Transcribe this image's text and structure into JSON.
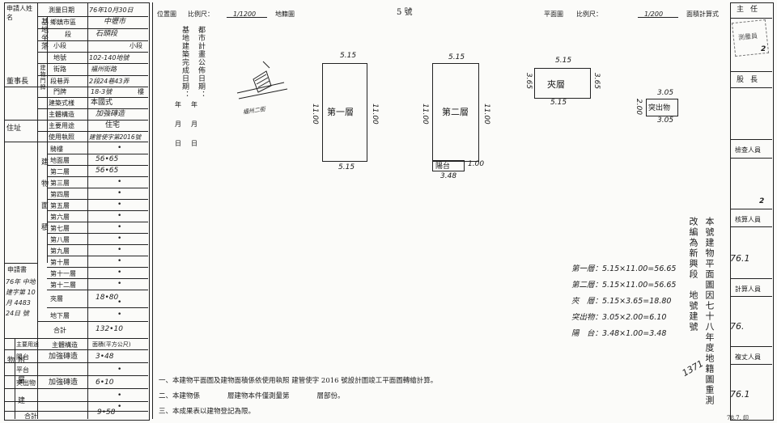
{
  "left_table": {
    "applicant_label": "申請人姓名",
    "survey_date_label": "測量日期",
    "survey_date_value": "76年10月30日",
    "site_label": "基地坐落",
    "township_label": "鄉鎮市區",
    "township_value": "中壢市",
    "section_label": "段",
    "section_value": "石頭段",
    "subsection_label": "小段",
    "subsection_value": "小段",
    "lot_label": "地號",
    "lot_value": "102-140地號",
    "building_doorplate_label": "建物門牌",
    "road_label": "街路",
    "road_value": "福州街路",
    "lane_label": "段巷弄",
    "lane_value": "2段24巷43弄",
    "number_label": "門牌",
    "number_value": "18-3號",
    "floor_num_label": "樓",
    "address_label": "住址",
    "chief_label": "董事長",
    "style_label": "建築式樣",
    "style_value": "本國式",
    "structure_label": "主體構造",
    "structure_value": "加強磚造",
    "use_label": "主要用途",
    "use_value": "住宅",
    "permit_label": "使用執照",
    "permit_value": "建管使字第2016號",
    "floors_header": "建物面積",
    "floors": [
      {
        "name": "騎樓",
        "value": "•"
      },
      {
        "name": "地面層",
        "value": "56•65"
      },
      {
        "name": "第二層",
        "value": "56•65"
      },
      {
        "name": "第三層",
        "value": "•"
      },
      {
        "name": "第四層",
        "value": "•"
      },
      {
        "name": "第五層",
        "value": "•"
      },
      {
        "name": "第六層",
        "value": "•"
      },
      {
        "name": "第七層",
        "value": "•"
      },
      {
        "name": "第八層",
        "value": "•"
      },
      {
        "name": "第九層",
        "value": "•"
      },
      {
        "name": "第十層",
        "value": "•"
      },
      {
        "name": "第十一層",
        "value": "•"
      },
      {
        "name": "第十二層",
        "value": "•"
      },
      {
        "name": "夾層",
        "value": "18•80"
      },
      {
        "name": "",
        "value": "•"
      },
      {
        "name": "地下層",
        "value": "•"
      },
      {
        "name": "合計",
        "value": "132•10"
      }
    ],
    "applicant_book_label": "申請書",
    "applicant_book_value": "76年 中地建字第 10月 4483 24日 號",
    "annex_header_use": "主要用途",
    "annex_header_struct": "主體構造",
    "annex_header_area": "面積(平方公尺)",
    "annex_rows": [
      {
        "use": "陽台",
        "struct": "加強磚造",
        "area": "3•48"
      },
      {
        "use": "平台",
        "struct": "",
        "area": "•"
      },
      {
        "use": "突出物",
        "struct": "加強磚造",
        "area": "6•10"
      },
      {
        "use": "",
        "struct": "",
        "area": "•"
      },
      {
        "use": "",
        "struct": "",
        "area": "•"
      }
    ],
    "annex_total_label": "合計",
    "annex_total_value": "9•58",
    "annex_side_label": "附屬建物"
  },
  "site_map": {
    "header_label": "位置圖",
    "scale_label": "比例尺：",
    "scale_value": "1/1200",
    "map_label": "地籍圖",
    "site_no": "5 號",
    "completion_label": "基地建築完成日期：",
    "city_plan_label": "都市計畫公佈日期：",
    "year_label": "年",
    "month_label": "月",
    "day_label": "日",
    "road_name": "福州二街"
  },
  "plan": {
    "header_label": "平面圖",
    "scale_label": "比例尺：",
    "scale_value": "1/200",
    "area_calc_label": "面積計算式",
    "rooms": [
      {
        "name": "第一層",
        "w": "5.15",
        "h": "11.00"
      },
      {
        "name": "第二層",
        "w": "5.15",
        "h": "11.00"
      },
      {
        "name": "夾層",
        "w": "5.15",
        "h": "3.65"
      },
      {
        "name": "突出物",
        "w": "3.05",
        "h": "2.00"
      }
    ],
    "balcony_label": "陽台",
    "balcony_w": "3.48",
    "balcony_h": "1.00"
  },
  "calculations": [
    "第一層：5.15×11.00=56.65",
    "第二層：5.15×11.00=56.65",
    "夾　層：5.15×3.65=18.80",
    "突出物：3.05×2.00=6.10",
    "陽　台：3.48×1.00=3.48"
  ],
  "vertical_note_1": "本號建物平面圖因七十八年度地籍圖重測",
  "vertical_note_2": "改編為新興段　地號建號",
  "handwritten_mark": "1371",
  "notes": [
    "一、本建物平面圖及建物面積係依使用執照 建管使字 2016 號設計圖竣工平面圖轉繪計算。",
    "二、本建物係　　　　層建物本件僅測量第　　　　層部份。",
    "三、本成果表以建物登記為限。"
  ],
  "right_column": {
    "chief_label": "主任",
    "section_chief_label": "股長",
    "checker_label": "檢查人員",
    "calculator_label": "核算人員",
    "drafter_label": "計算人員",
    "clerk_label": "複丈人員",
    "stamp_text": "測量員",
    "num_2a": "2",
    "num_2b": "2",
    "date_1": "76.1",
    "date_2": "76.",
    "date_3": "76.1"
  },
  "bottom_partial": "78.7.  印"
}
